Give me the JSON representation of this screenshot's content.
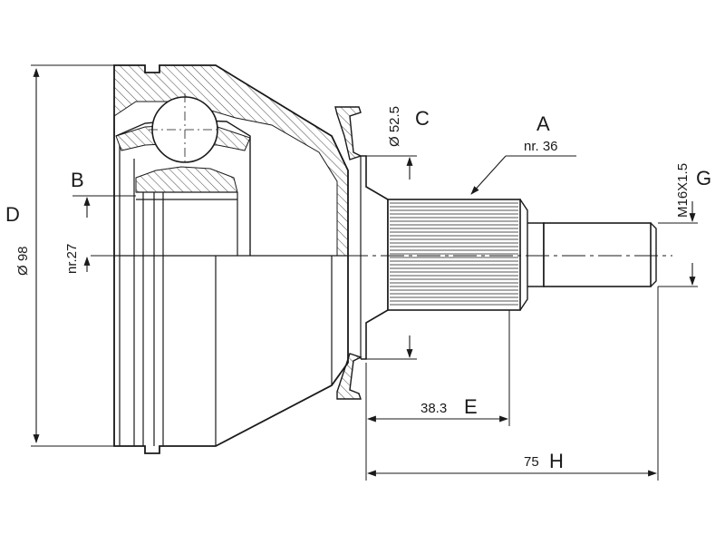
{
  "labels": {
    "D": "D",
    "dia98": "Ø 98",
    "B": "B",
    "nr27": "nr.27",
    "dia52": "Ø 52.5",
    "C": "C",
    "A": "A",
    "nr36": "nr. 36",
    "m16": "M16X1.5",
    "G": "G",
    "e_val": "38.3",
    "E": "E",
    "h_val": "75",
    "H": "H"
  },
  "colors": {
    "line": "#1a1a1a",
    "background": "#ffffff"
  }
}
